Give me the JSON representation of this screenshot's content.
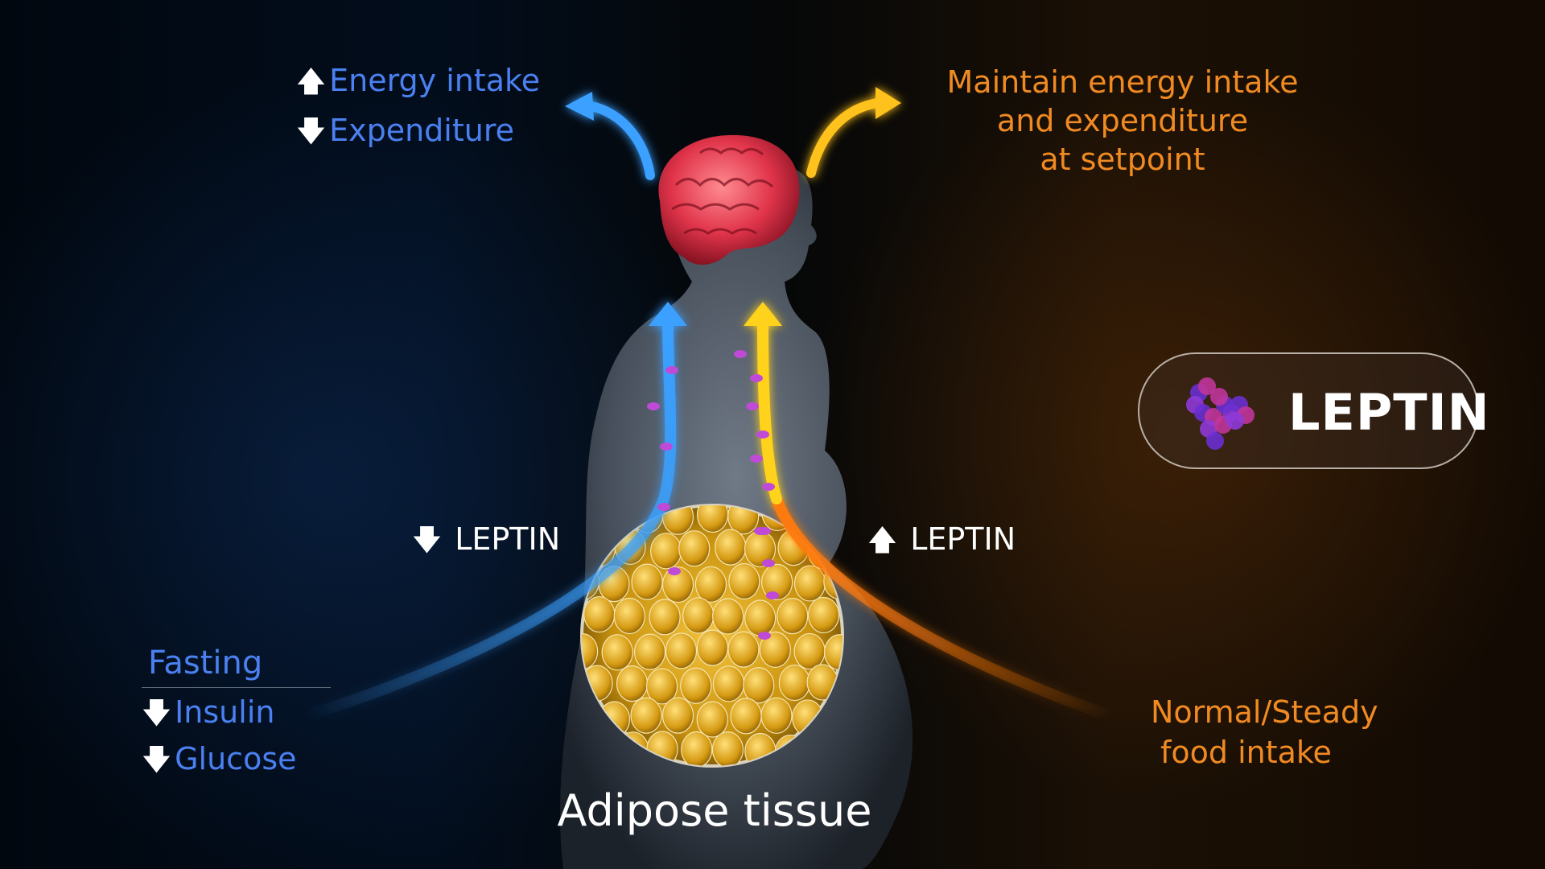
{
  "energy": {
    "line1_arrow": "🡅",
    "line1": "Energy intake",
    "line2_arrow": "🡇",
    "line2": "Expenditure"
  },
  "maintain": {
    "line1": "Maintain energy intake",
    "line2": "and expenditure",
    "line3": "at setpoint"
  },
  "fasting": {
    "title": "Fasting",
    "insulin_arrow": "🡇",
    "insulin": "Insulin",
    "glucose_arrow": "🡇",
    "glucose": "Glucose"
  },
  "normal": {
    "line1": "Normal/Steady",
    "line2": "food intake"
  },
  "leptin_down": {
    "arrow": "🡇",
    "label": "LEPTIN"
  },
  "leptin_up": {
    "arrow": "🡅",
    "label": "LEPTIN"
  },
  "adipose": {
    "label": "Adipose tissue"
  },
  "badge": {
    "label": "LEPTIN",
    "icon": "leptin-molecule-icon"
  },
  "colors": {
    "blue_text": "#4a80f0",
    "orange_text": "#f08a22",
    "blue_arrow": "#3aa0ff",
    "yellow_arrow": "#ffd21a",
    "orange_arrow": "#ff7a10"
  }
}
